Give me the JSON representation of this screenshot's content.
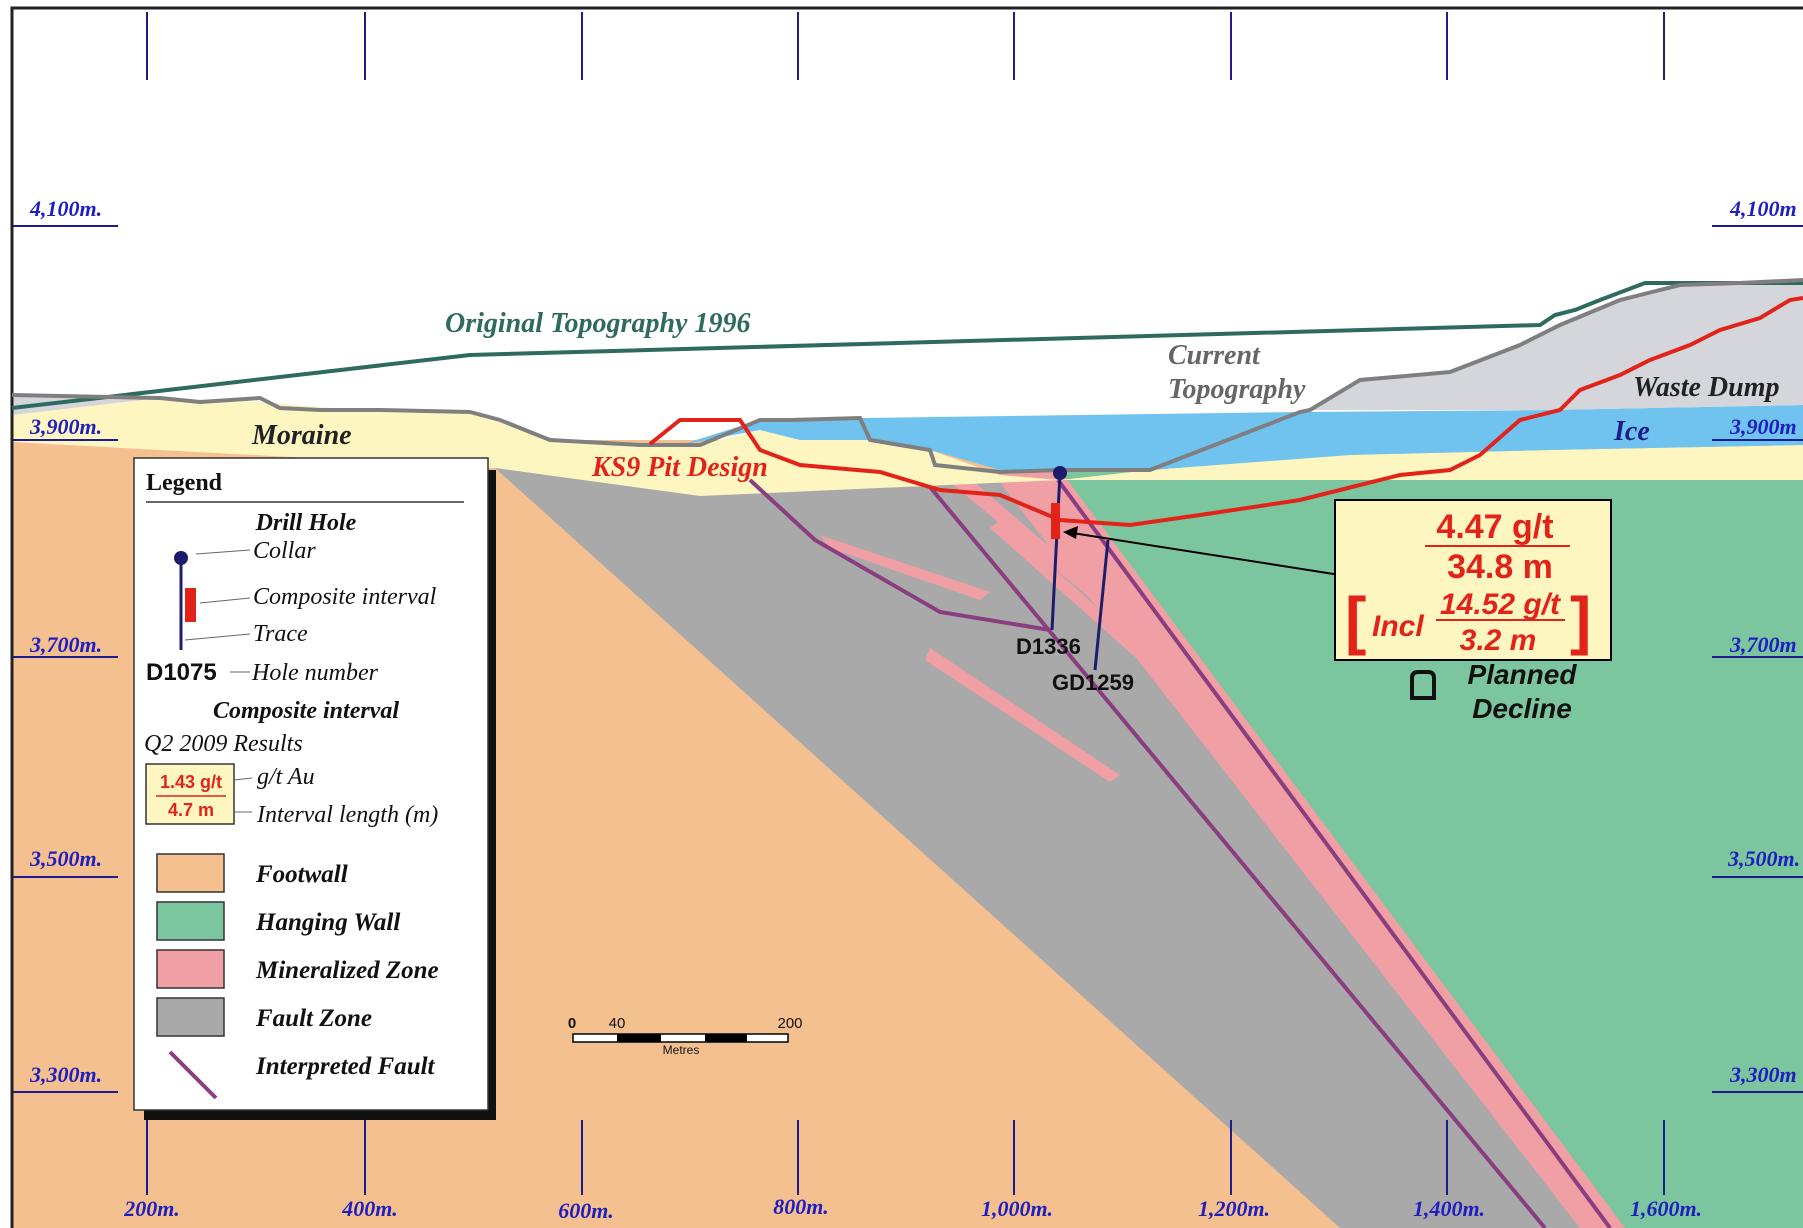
{
  "elevations": [
    "4,100m.",
    "3,900m.",
    "3,700m.",
    "3,500m.",
    "3,300m."
  ],
  "elevations_right": [
    "4,100m",
    "3,900m",
    "3,700m",
    "3,500m.",
    "3,300m"
  ],
  "eastings": [
    "200m.",
    "400m.",
    "600m.",
    "800m.",
    "1,000m.",
    "1,200m.",
    "1,400m.",
    "1,600m."
  ],
  "labels": {
    "original_topo": "Original Topography 1996",
    "current_topo_1": "Current",
    "current_topo_2": "Topography",
    "waste_dump": "Waste Dump",
    "ice": "Ice",
    "moraine": "Moraine",
    "pit_design": "KS9 Pit Design",
    "planned_1": "Planned",
    "planned_2": "Decline"
  },
  "drill_holes": [
    "D1336",
    "GD1259"
  ],
  "result_box": {
    "grade": "4.47  g/t",
    "length": "34.8 m",
    "incl": "Incl",
    "incl_grade": "14.52 g/t",
    "incl_length": "3.2 m"
  },
  "legend": {
    "title": "Legend",
    "drill_hole": "Drill Hole",
    "collar": "Collar",
    "composite_interval_item": "Composite interval",
    "trace": "Trace",
    "hole_id": "D1075",
    "hole_number": "Hole number",
    "composite_interval": "Composite interval",
    "results": "Q2 2009 Results",
    "sample_grade": "1.43 g/t",
    "sample_length": "4.7 m",
    "gt_au": "g/t Au",
    "interval_length": "Interval  length  (m)",
    "units": [
      {
        "label": "Footwall",
        "color": "#f5c08f"
      },
      {
        "label": "Hanging Wall",
        "color": "#7bc59f"
      },
      {
        "label": "Mineralized Zone",
        "color": "#f0a0a4"
      },
      {
        "label": "Fault Zone",
        "color": "#a9a9a9"
      }
    ],
    "fault": "Interpreted Fault"
  },
  "scale_bar": {
    "t0": "0",
    "t40": "40",
    "t200": "200",
    "unit": "Metres"
  },
  "colors": {
    "footwall": "#f5c08f",
    "hanging_wall": "#7bc59f",
    "mineralized": "#f0a0a4",
    "fault_zone": "#a9a9a9",
    "moraine": "#fdf6c0",
    "ice": "#6fc3ee",
    "waste_dump": "#d4d6db",
    "pit": "#e2231a",
    "original_topo": "#2e6b5e",
    "current_topo": "#7f7f7f",
    "fault_line": "#8a3e80",
    "grid": "#1c1c8c"
  }
}
